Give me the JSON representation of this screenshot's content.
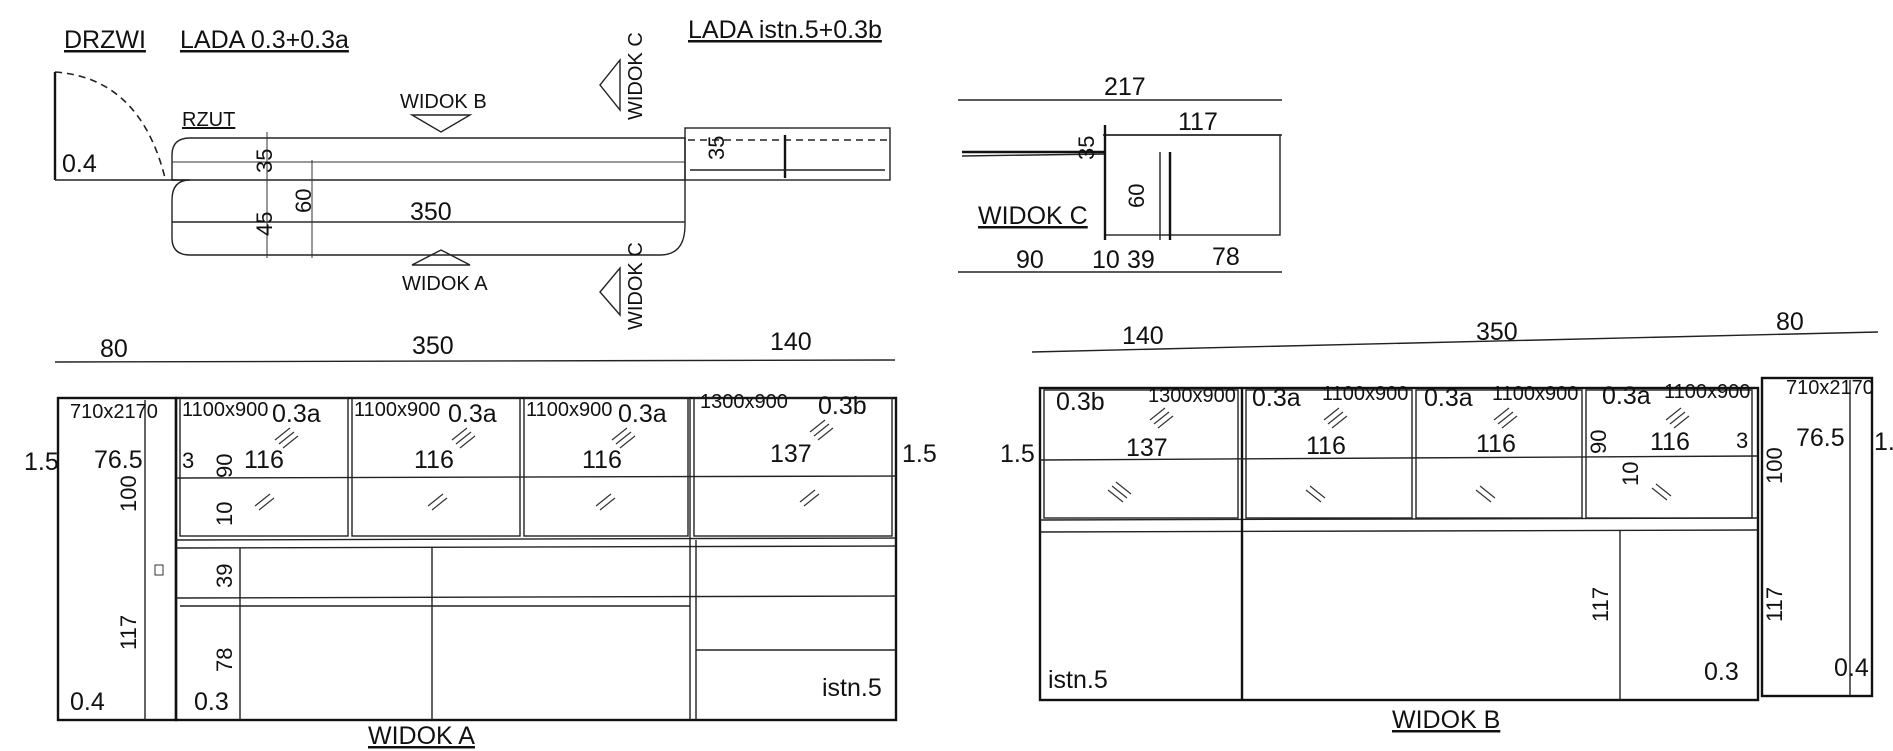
{
  "headings": {
    "drzwi": "DRZWI",
    "lada_a": "LADA 0.3+0.3a",
    "lada_b": "LADA istn.5+0.3b",
    "rzut": "RZUT",
    "widok_a": "WIDOK A",
    "widok_b": "WIDOK B",
    "widok_c": "WIDOK C"
  },
  "plan": {
    "door_label": "0.4",
    "dims": {
      "d35": "35",
      "d45": "45",
      "d60": "60",
      "d350": "350",
      "d35b": "35"
    },
    "markers": {
      "widok_b": "WIDOK B",
      "widok_a": "WIDOK A",
      "widok_c_top": "WIDOK C",
      "widok_c_bottom": "WIDOK C"
    }
  },
  "view_c": {
    "dims": {
      "d217": "217",
      "d117": "117",
      "d35": "35",
      "d60": "60",
      "d90": "90",
      "d10": "10",
      "d39": "39",
      "d78": "78"
    }
  },
  "view_a": {
    "top_dims": {
      "d80": "80",
      "d350": "350",
      "d140": "140"
    },
    "panels": [
      {
        "size": "710x2170"
      },
      {
        "size": "1100x900",
        "code": "0.3a",
        "width": "116"
      },
      {
        "size": "1100x900",
        "code": "0.3a",
        "width": "116"
      },
      {
        "size": "1100x900",
        "code": "0.3a",
        "width": "116"
      },
      {
        "size": "1300x900",
        "code": "0.3b",
        "width": "137"
      }
    ],
    "side_dims": {
      "left": "1.5",
      "right": "1.5",
      "d765": "76.5",
      "d3": "3",
      "d90": "90",
      "d10": "10",
      "d100": "100",
      "d117": "117",
      "d39": "39",
      "d78": "78"
    },
    "codes": {
      "door": "0.4",
      "counter": "0.3",
      "existing": "istn.5"
    }
  },
  "view_b": {
    "top_dims": {
      "d140": "140",
      "d350": "350",
      "d80": "80"
    },
    "panels": [
      {
        "code": "0.3b",
        "size": "1300x900",
        "width": "137"
      },
      {
        "code": "0.3a",
        "size": "1100x900",
        "width": "116"
      },
      {
        "code": "0.3a",
        "size": "1100x900",
        "width": "116"
      },
      {
        "code": "0.3a",
        "size": "1100x900",
        "width": "116"
      },
      {
        "size": "710x2170"
      }
    ],
    "side_dims": {
      "left": "1.5",
      "right": "1.",
      "d765": "76.5",
      "d3": "3",
      "d90": "90",
      "d10": "10",
      "d100": "100",
      "d117a": "117",
      "d117b": "117"
    },
    "codes": {
      "existing": "istn.5",
      "counter": "0.3",
      "door": "0.4"
    }
  }
}
